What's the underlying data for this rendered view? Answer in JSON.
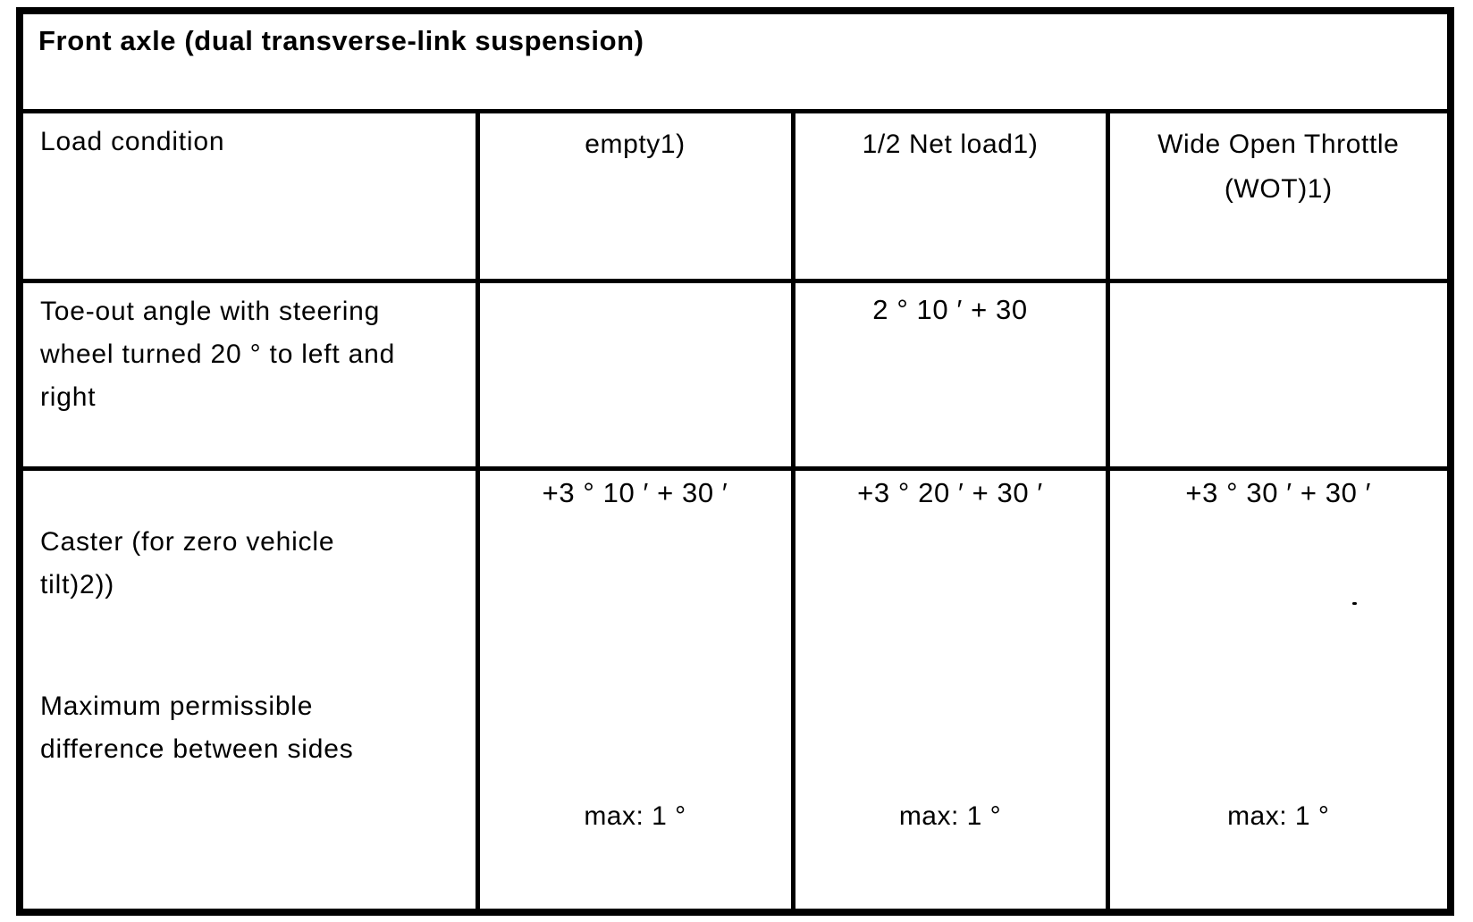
{
  "table": {
    "title": "Front axle (dual transverse-link suspension)",
    "header": {
      "row_label": "Load condition",
      "col_empty": "empty1)",
      "col_half_load": "1/2 Net load1)",
      "col_wot": "Wide Open Throttle\n(WOT)1)"
    },
    "toe_out_row": {
      "label": "Toe-out angle with steering\nwheel turned 20 ° to left and\nright",
      "empty_value": "",
      "half_load_value": "2 ° 10 ′ + 30",
      "wot_value": ""
    },
    "caster_row": {
      "label_caster": "Caster (for zero vehicle\ntilt)2))",
      "label_max_diff": "Maximum permissible\ndifference between sides",
      "empty_value": "+3 ° 10 ′ + 30 ′",
      "half_load_value": "+3 ° 20 ′ + 30 ′",
      "wot_value": "+3 ° 30 ′ + 30 ′",
      "empty_max": "max: 1 °",
      "half_load_max": "max: 1 °",
      "wot_max": "max: 1 °"
    }
  }
}
